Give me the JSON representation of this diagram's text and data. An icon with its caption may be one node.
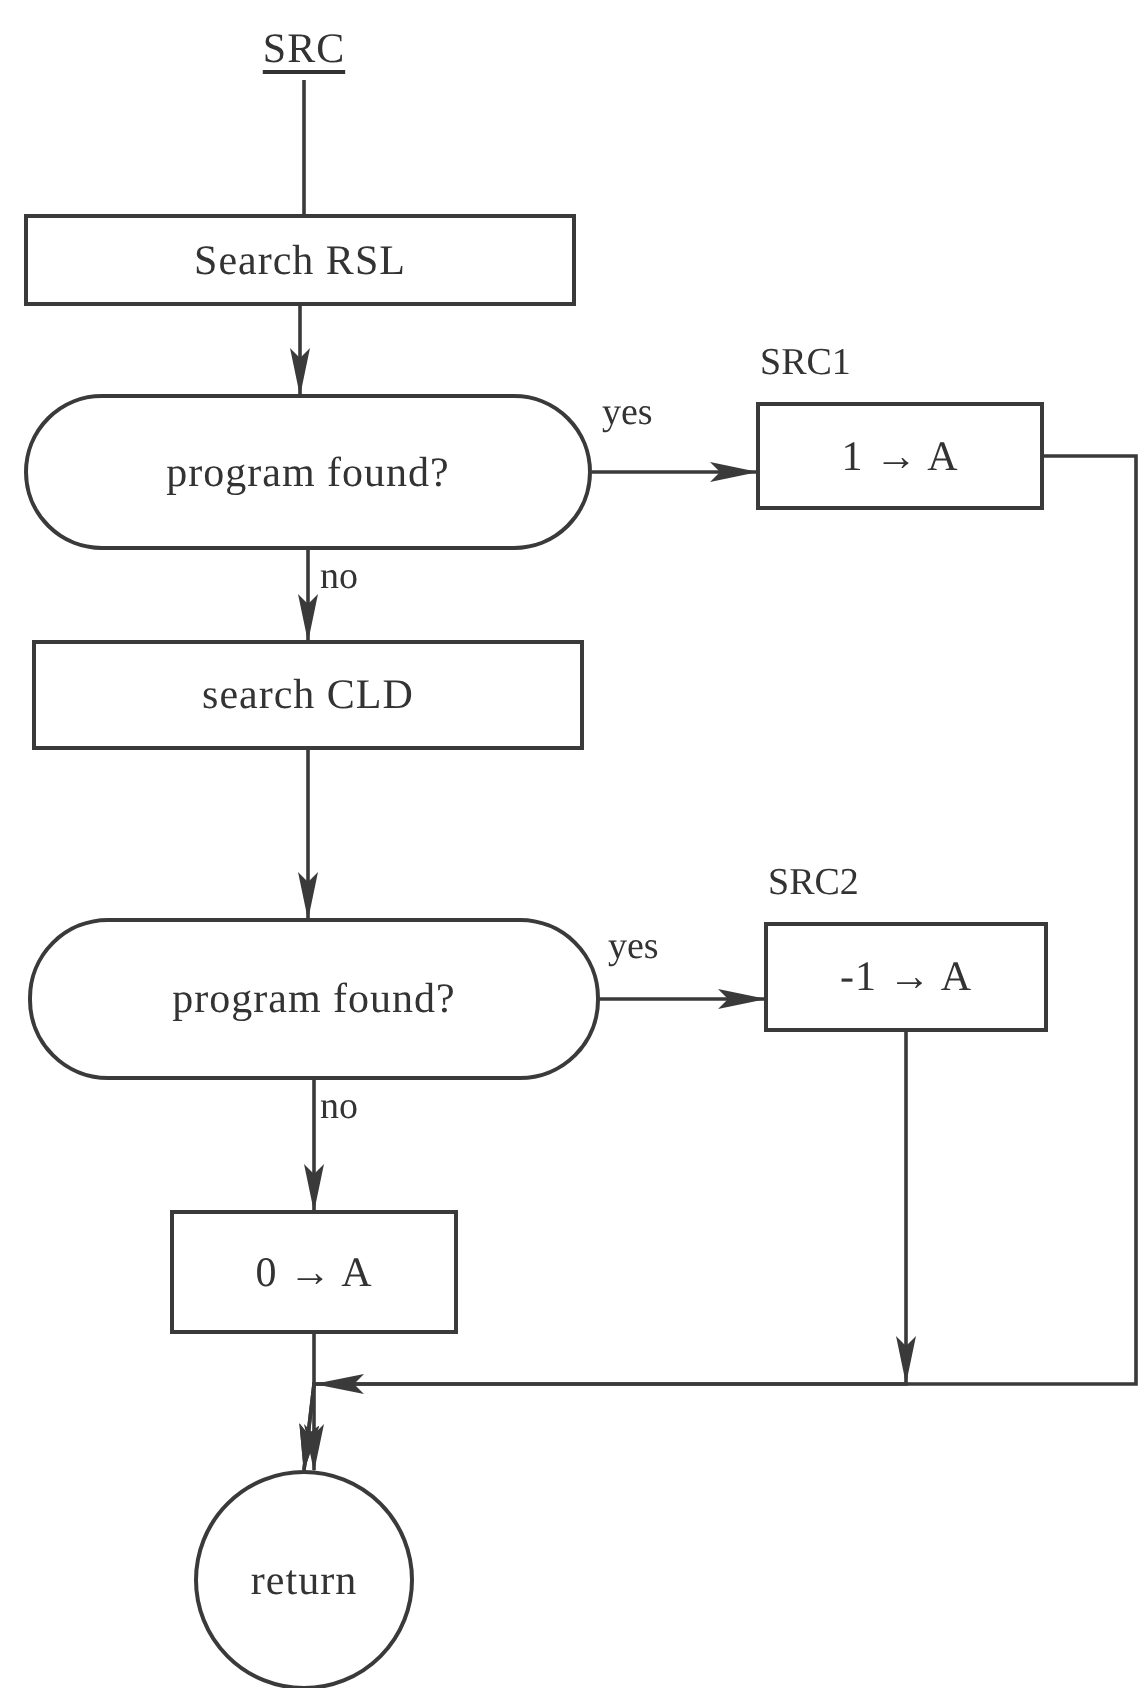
{
  "diagram": {
    "nodes": [
      {
        "text": [
          "SRC"
        ]
      },
      {
        "text": [
          "Search RSL"
        ]
      },
      {
        "text": [
          "program found?"
        ]
      },
      {
        "text": [
          "1 → A"
        ],
        "beside": [
          "SRC1"
        ]
      },
      {
        "text": [
          "search CLD"
        ]
      },
      {
        "text": [
          "program found?"
        ]
      },
      {
        "text": [
          "-1 → A"
        ],
        "beside": [
          "SRC2"
        ]
      },
      {
        "text": [
          "0 → A"
        ]
      },
      {
        "text": [
          "return"
        ]
      }
    ],
    "edges": [
      {
        "from": 0,
        "to": 1,
        "arrow": "none"
      },
      {
        "from": 1,
        "to": 2,
        "arrow": "to"
      },
      {
        "from": 2,
        "to": 3,
        "arrow": "to",
        "label": "yes"
      },
      {
        "from": 2,
        "to": 4,
        "arrow": "to",
        "label": "no"
      },
      {
        "from": 4,
        "to": 5,
        "arrow": "to"
      },
      {
        "from": 5,
        "to": 6,
        "arrow": "to",
        "label": "yes"
      },
      {
        "from": 5,
        "to": 7,
        "arrow": "to",
        "label": "no"
      },
      {
        "from": 3,
        "to": 8,
        "arrow": "to"
      },
      {
        "from": 6,
        "to": 8,
        "arrow": "to"
      },
      {
        "from": 7,
        "to": 8,
        "arrow": "to"
      }
    ]
  }
}
